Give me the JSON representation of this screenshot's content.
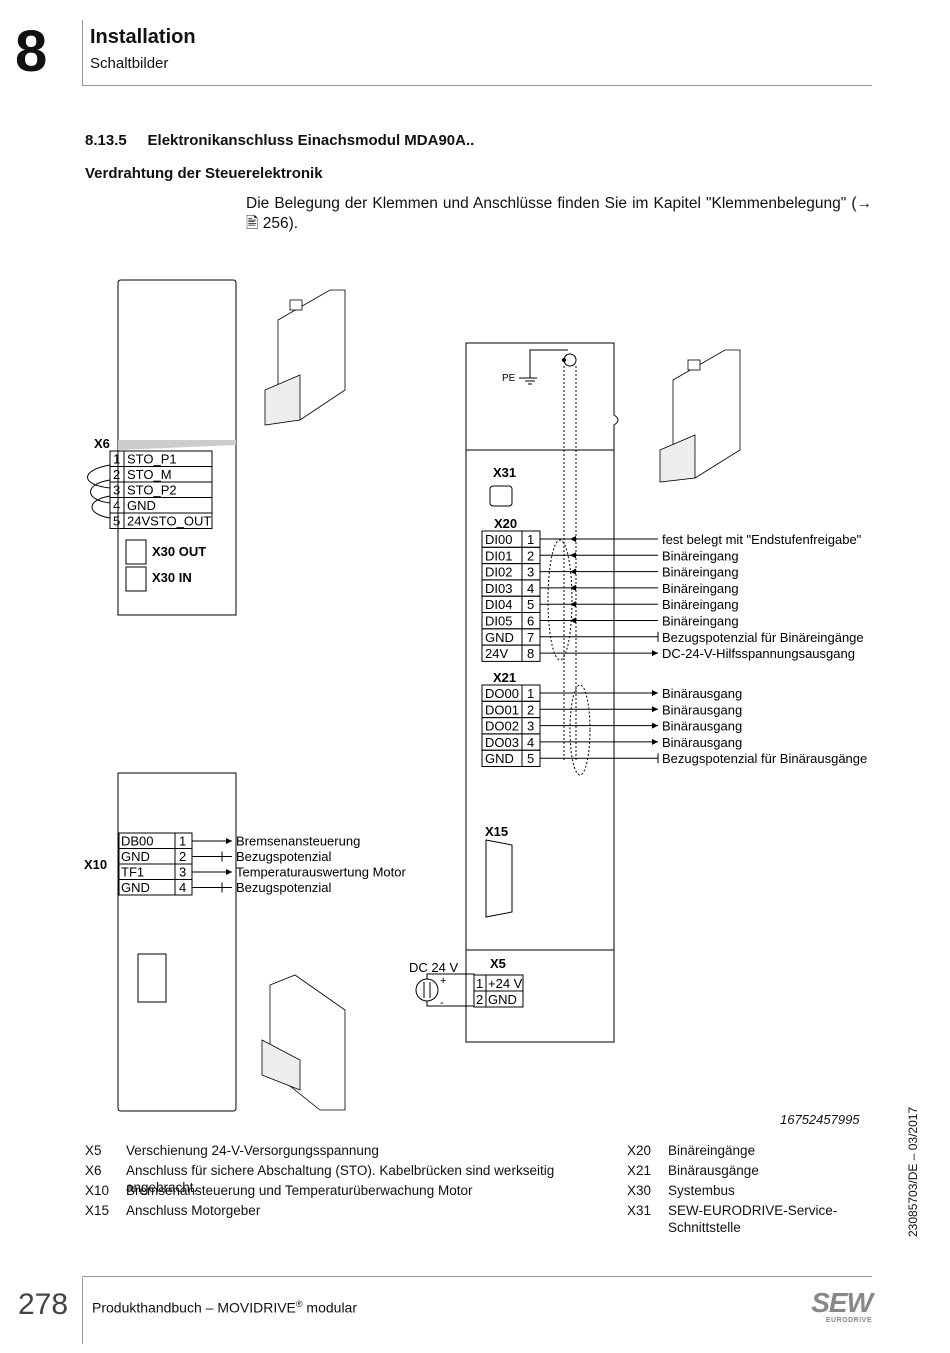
{
  "header": {
    "chapter": "8",
    "title": "Installation",
    "subtitle": "Schaltbilder"
  },
  "section": {
    "number_title": "8.13.5     Elektronikanschluss Einachsmodul MDA90A..",
    "subtitle": "Verdrahtung der Steuerelektronik"
  },
  "intro": "Die Belegung der Klemmen und Anschlüsse finden Sie im Kapitel \"Klemmenbelegung\" (→ 🖹 256).",
  "diagram": {
    "x6": {
      "label": "X6",
      "rows": [
        {
          "n": "1",
          "name": "STO_P1"
        },
        {
          "n": "2",
          "name": "STO_M"
        },
        {
          "n": "3",
          "name": "STO_P2"
        },
        {
          "n": "4",
          "name": "GND"
        },
        {
          "n": "5",
          "name": "24VSTO_OUT"
        }
      ]
    },
    "x30_out": "X30 OUT",
    "x30_in": "X30 IN",
    "x10": {
      "label": "X10",
      "rows": [
        {
          "name": "DB00",
          "n": "1",
          "desc": "Bremsenansteuerung"
        },
        {
          "name": "GND",
          "n": "2",
          "desc": "Bezugspotenzial"
        },
        {
          "name": "TF1",
          "n": "3",
          "desc": "Temperaturauswertung Motor"
        },
        {
          "name": "GND",
          "n": "4",
          "desc": "Bezugspotenzial"
        }
      ]
    },
    "pe": "PE",
    "x31": "X31",
    "x20": {
      "label": "X20",
      "rows": [
        {
          "name": "DI00",
          "n": "1",
          "desc": "fest belegt mit \"Endstufenfreigabe\""
        },
        {
          "name": "DI01",
          "n": "2",
          "desc": "Binäreingang"
        },
        {
          "name": "DI02",
          "n": "3",
          "desc": "Binäreingang"
        },
        {
          "name": "DI03",
          "n": "4",
          "desc": "Binäreingang"
        },
        {
          "name": "DI04",
          "n": "5",
          "desc": "Binäreingang"
        },
        {
          "name": "DI05",
          "n": "6",
          "desc": "Binäreingang"
        },
        {
          "name": "GND",
          "n": "7",
          "desc": "Bezugspotenzial für Binäreingänge"
        },
        {
          "name": "24V",
          "n": "8",
          "desc": "DC-24-V-Hilfsspannungsausgang"
        }
      ]
    },
    "x21": {
      "label": "X21",
      "rows": [
        {
          "name": "DO00",
          "n": "1",
          "desc": "Binärausgang"
        },
        {
          "name": "DO01",
          "n": "2",
          "desc": "Binärausgang"
        },
        {
          "name": "DO02",
          "n": "3",
          "desc": "Binärausgang"
        },
        {
          "name": "DO03",
          "n": "4",
          "desc": "Binärausgang"
        },
        {
          "name": "GND",
          "n": "5",
          "desc": "Bezugspotenzial für Binärausgänge"
        }
      ]
    },
    "x15": "X15",
    "x5": {
      "label": "X5",
      "source": "DC 24 V",
      "plus": "+",
      "minus": "-",
      "rows": [
        {
          "n": "1",
          "name": "+24 V"
        },
        {
          "n": "2",
          "name": "GND"
        }
      ]
    }
  },
  "figure_id": "16752457995",
  "legend_left": [
    {
      "code": "X5",
      "text": "Verschienung 24-V-Versorgungsspannung"
    },
    {
      "code": "X6",
      "text": "Anschluss für sichere Abschaltung (STO). Kabelbrücken sind werkseitig angebracht."
    },
    {
      "code": "X10",
      "text": "Bremsenansteuerung und Temperaturüberwachung Motor"
    },
    {
      "code": "X15",
      "text": "Anschluss Motorgeber"
    }
  ],
  "legend_right": [
    {
      "code": "X20",
      "text": "Binäreingänge"
    },
    {
      "code": "X21",
      "text": "Binärausgänge"
    },
    {
      "code": "X30",
      "text": "Systembus"
    },
    {
      "code": "X31",
      "text": "SEW-EURODRIVE-Service-Schnittstelle"
    }
  ],
  "doc_number": "23085703/DE – 03/2017",
  "footer": {
    "page": "278",
    "text": "Produkthandbuch – MOVIDRIVE",
    "reg": "®",
    "text2": " modular",
    "logo_main": "SEW",
    "logo_sub": "EURODRIVE"
  }
}
